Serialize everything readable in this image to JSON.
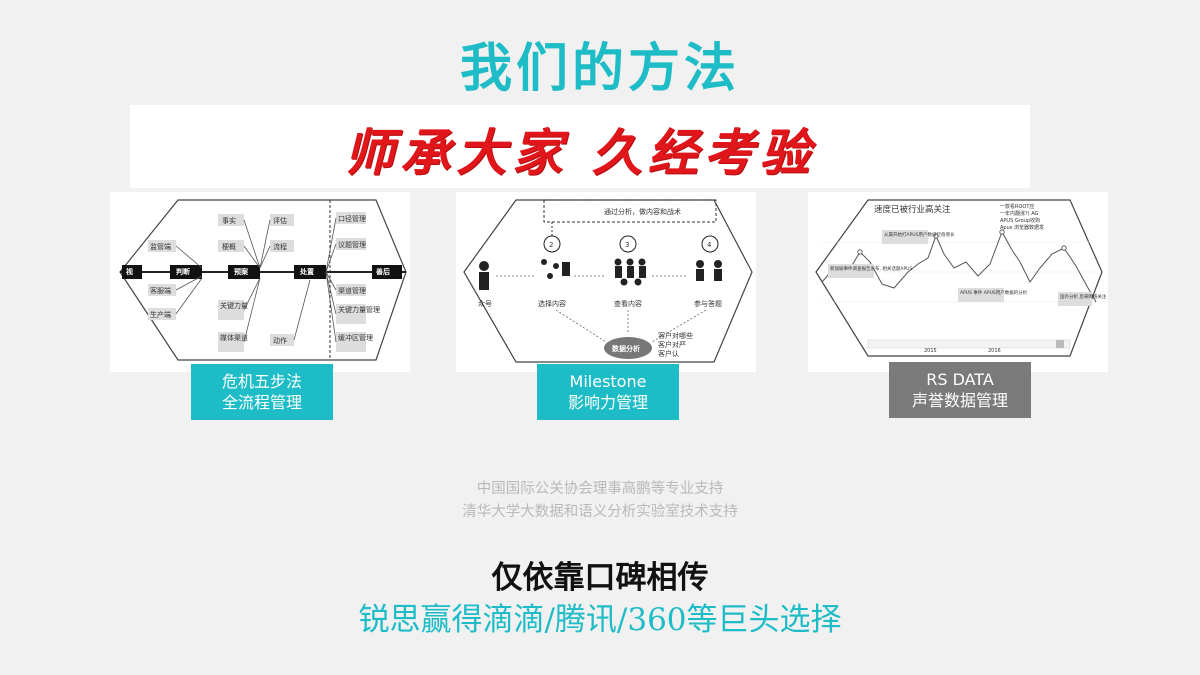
{
  "title": "我们的方法",
  "slogan": "师承大家 久经考验",
  "cards": [
    {
      "line1": "危机五步法",
      "line2": "全流程管理",
      "color": "#1dbcc6",
      "diagram": {
        "flow": [
          "视",
          "判断",
          "预案",
          "处置",
          "善后"
        ],
        "left_boxes": [
          "监管端",
          "客服端",
          "生产端"
        ],
        "mid_boxes": [
          "事实",
          "梗概",
          "关键力量",
          "媒体渠道"
        ],
        "right_boxes": [
          "评估",
          "流程",
          "动作"
        ],
        "far_right": [
          "口径管理",
          "议题管理",
          "渠道管理",
          "关键力量管理",
          "缓冲区管理"
        ]
      }
    },
    {
      "line1": "Milestone",
      "line2": "影响力管理",
      "color": "#1dbcc6",
      "diagram": {
        "top_note": "通过分析，做内容和战术",
        "steps": [
          "2",
          "3",
          "4"
        ],
        "stages": [
          "众号",
          "选择内容",
          "查看内容",
          "参与答题"
        ],
        "center": "数据分析",
        "notes": [
          "客户对哪些",
          "客户对严",
          "客户认"
        ]
      }
    },
    {
      "line1": "RS DATA",
      "line2": "声誉数据管理",
      "color": "#7a7a7a",
      "diagram": {
        "headline": "速度已被行业高关注",
        "legend": [
          "一款看ROOT应",
          "一年内翻涨?) AG",
          "APUS Group收购",
          "Apus 浏览器数据发"
        ],
        "annotations": [
          "从属开始打APUS用户数排行值增长",
          "新加坡事件调查报告发布, 相关话题APUS",
          "APUS 事件 APUS用户数据的分析",
          "国外分析 后来网络关注"
        ],
        "axis_years": [
          "2015",
          "2016"
        ]
      }
    }
  ],
  "credits": [
    "中国国际公关协会理事高鹏等专业支持",
    "清华大学大数据和语义分析实验室技术支持"
  ],
  "tagline_1": "仅依靠口碑相传",
  "tagline_2": "锐思赢得滴滴/腾讯/360等巨头选择"
}
